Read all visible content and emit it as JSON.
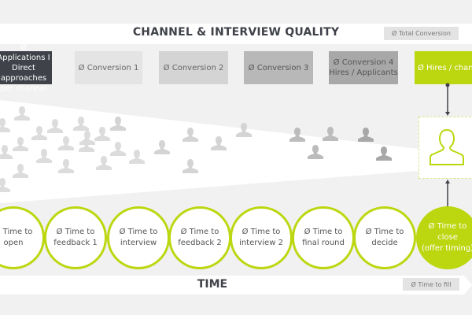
{
  "header": {
    "title": "CHANNEL & INTERVIEW QUALITY",
    "total_conversion": "Ø Total Conversion"
  },
  "stages": [
    {
      "label": "Ø Applications I\nDirect approaches\nper channel",
      "bg": "#3f4249",
      "fg": "#ffffff"
    },
    {
      "label": "Ø Conversion 1",
      "bg": "#e4e4e4",
      "fg": "#666666"
    },
    {
      "label": "Ø Conversion 2",
      "bg": "#d4d4d4",
      "fg": "#666666"
    },
    {
      "label": "Ø Conversion 3",
      "bg": "#b8b8b8",
      "fg": "#555555"
    },
    {
      "label": "Ø Conversion 4\nHires / Applicants",
      "bg": "#a8a8a8",
      "fg": "#555555"
    },
    {
      "label": "Ø Hires / channel",
      "bg": "#bcd70f",
      "fg": "#ffffff"
    }
  ],
  "timeline": [
    {
      "label": "Ø Time to\nopen"
    },
    {
      "label": "Ø Time to\nfeedback 1"
    },
    {
      "label": "Ø Time to\ninterview"
    },
    {
      "label": "Ø Time to\nfeedback 2"
    },
    {
      "label": "Ø Time to\ninterview 2"
    },
    {
      "label": "Ø Time to\nfinal round"
    },
    {
      "label": "Ø Time to\ndecide"
    },
    {
      "label": "Ø Time to\nclose\n(offer timing)"
    }
  ],
  "footer": {
    "title": "TIME",
    "time_to_fill": "Ø Time to fill"
  },
  "colors": {
    "accent": "#bcd70f",
    "dark": "#3f4249",
    "background": "#f1f1f1"
  },
  "icons": {
    "person": "person-icon",
    "hire": "person-outline-icon"
  }
}
